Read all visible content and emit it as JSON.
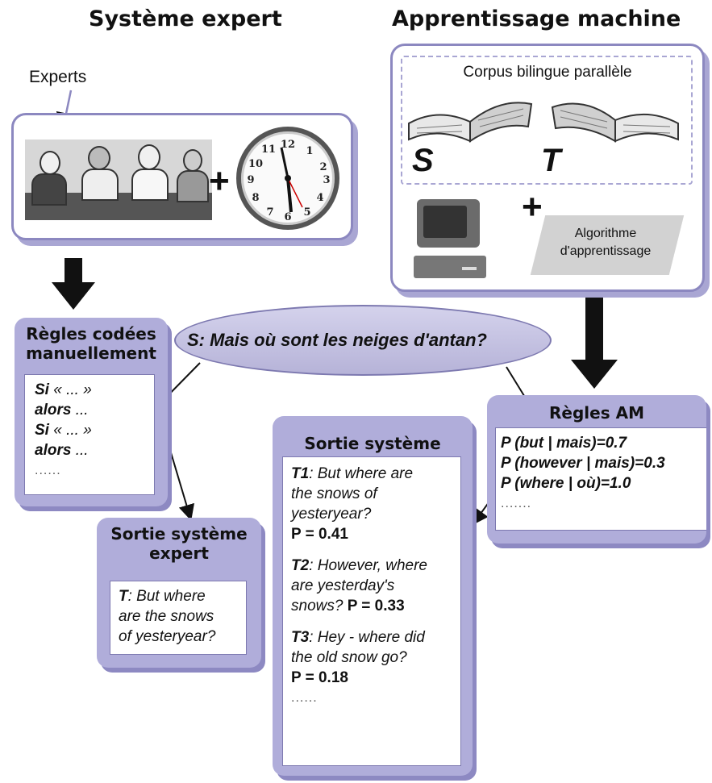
{
  "titles": {
    "left": "Système expert",
    "right": "Apprentissage machine"
  },
  "labels": {
    "experts": "Experts",
    "corpus": "Corpus bilingue parallèle",
    "source_letter": "S",
    "target_letter": "T",
    "plus": "+",
    "algo_line1": "Algorithme",
    "algo_line2": "d'apprentissage"
  },
  "source_sentence": "S: Mais où sont les neiges d'antan?",
  "manual_rules": {
    "title_line1": "Règles codées",
    "title_line2": "manuellement",
    "lines": [
      {
        "kw": "Si",
        "rest": " « ... »"
      },
      {
        "kw": "alors",
        "rest": " ..."
      },
      {
        "kw": "Si",
        "rest": " « ... »"
      },
      {
        "kw": "alors",
        "rest": " ..."
      }
    ],
    "ellipsis": "......"
  },
  "expert_output": {
    "title_line1": "Sortie système",
    "title_line2": "expert",
    "label": "T",
    "text_line1": ": But where",
    "text_line2": "are the snows",
    "text_line3": "of yesteryear?"
  },
  "ml_rules": {
    "title": "Règles AM",
    "lines": [
      "P (but | mais)=0.7",
      "P (however | mais)=0.3",
      "P (where | où)=1.0"
    ],
    "ellipsis": "......."
  },
  "system_output": {
    "title": "Sortie système",
    "t1_label": "T1",
    "t1_line1": ": But where are",
    "t1_line2": "the snows of",
    "t1_line3": "yesteryear?",
    "t1_prob": "P = 0.41",
    "t2_label": "T2",
    "t2_line1": ": However, where",
    "t2_line2": "are yesterday's",
    "t2_line3": "snows?",
    "t2_prob": "P = 0.33",
    "t3_label": "T3",
    "t3_line1": ": Hey - where did",
    "t3_line2": "the old snow go?",
    "t3_prob": "P = 0.18",
    "ellipsis": "......"
  },
  "icons": [
    "experts-illustration",
    "clock-icon",
    "open-book-icon",
    "computer-icon"
  ],
  "colors": {
    "panel": "#b0adda",
    "panel_shadow": "#8d89c2",
    "border": "#8c88c0",
    "ellipse": "#c3c1e3"
  }
}
